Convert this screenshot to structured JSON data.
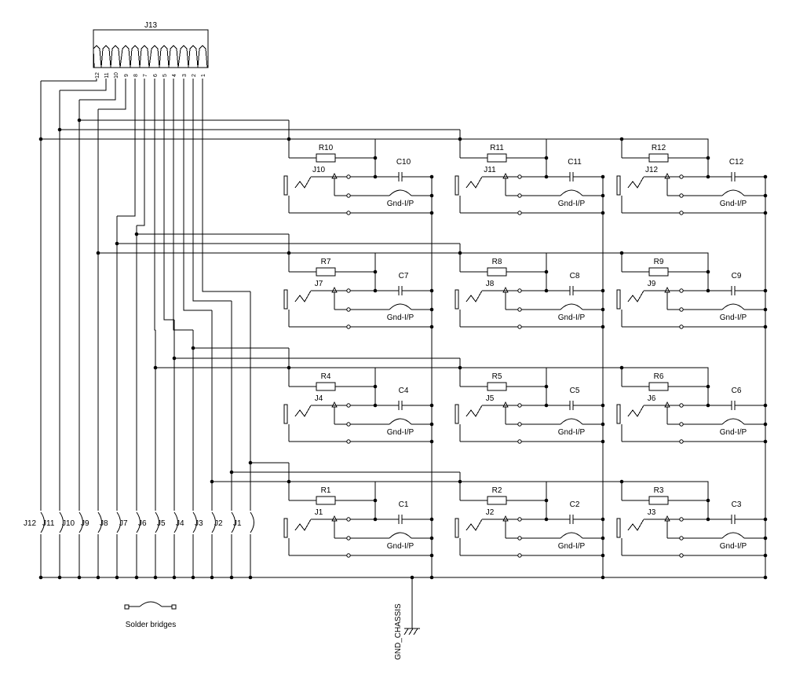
{
  "connector": {
    "label": "J13",
    "pins": [
      "12",
      "11",
      "10",
      "9",
      "8",
      "7",
      "6",
      "5",
      "4",
      "3",
      "2",
      "1"
    ]
  },
  "bottom_jacks": [
    "J12",
    "J11",
    "J10",
    "J9",
    "J8",
    "J7",
    "J6",
    "J5",
    "J4",
    "J3",
    "J2",
    "J1"
  ],
  "cells": [
    {
      "resistor": "R10",
      "jack": "J10",
      "capacitor": "C10",
      "gnd": "Gnd-I/P"
    },
    {
      "resistor": "R11",
      "jack": "J11",
      "capacitor": "C11",
      "gnd": "Gnd-I/P"
    },
    {
      "resistor": "R12",
      "jack": "J12",
      "capacitor": "C12",
      "gnd": "Gnd-I/P"
    },
    {
      "resistor": "R7",
      "jack": "J7",
      "capacitor": "C7",
      "gnd": "Gnd-I/P"
    },
    {
      "resistor": "R8",
      "jack": "J8",
      "capacitor": "C8",
      "gnd": "Gnd-I/P"
    },
    {
      "resistor": "R9",
      "jack": "J9",
      "capacitor": "C9",
      "gnd": "Gnd-I/P"
    },
    {
      "resistor": "R4",
      "jack": "J4",
      "capacitor": "C4",
      "gnd": "Gnd-I/P"
    },
    {
      "resistor": "R5",
      "jack": "J5",
      "capacitor": "C5",
      "gnd": "Gnd-I/P"
    },
    {
      "resistor": "R6",
      "jack": "J6",
      "capacitor": "C6",
      "gnd": "Gnd-I/P"
    },
    {
      "resistor": "R1",
      "jack": "J1",
      "capacitor": "C1",
      "gnd": "Gnd-I/P"
    },
    {
      "resistor": "R2",
      "jack": "J2",
      "capacitor": "C2",
      "gnd": "Gnd-I/P"
    },
    {
      "resistor": "R3",
      "jack": "J3",
      "capacitor": "C3",
      "gnd": "Gnd-I/P"
    }
  ],
  "legend": {
    "solder_bridges": "Solder bridges"
  },
  "ground": {
    "label": "GND_CHASSIS"
  }
}
